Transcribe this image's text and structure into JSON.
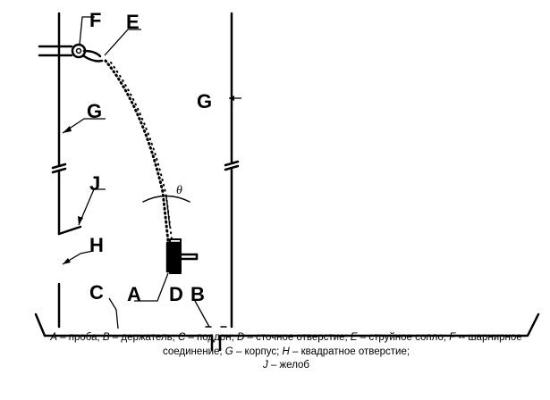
{
  "labels": {
    "A": "A",
    "B": "B",
    "C": "C",
    "D": "D",
    "E": "E",
    "F": "F",
    "G_left": "G",
    "G_right": "G",
    "H": "H",
    "J": "J",
    "theta": "θ"
  },
  "legend": [
    {
      "key": "A",
      "text": " – проба; "
    },
    {
      "key": "B",
      "text": " – держатель; "
    },
    {
      "key": "C",
      "text": " – поддон; "
    },
    {
      "key": "D",
      "text": " – сточное отверстие; "
    },
    {
      "key": "E",
      "text": " – струйное сопло; "
    },
    {
      "key": "F",
      "text": " -- шарнирное соединение; "
    },
    {
      "key": "G",
      "text": " – корпус; "
    },
    {
      "key": "H",
      "text": " – квадратное отверстие;"
    },
    {
      "key": "J",
      "text": " – желоб"
    }
  ]
}
